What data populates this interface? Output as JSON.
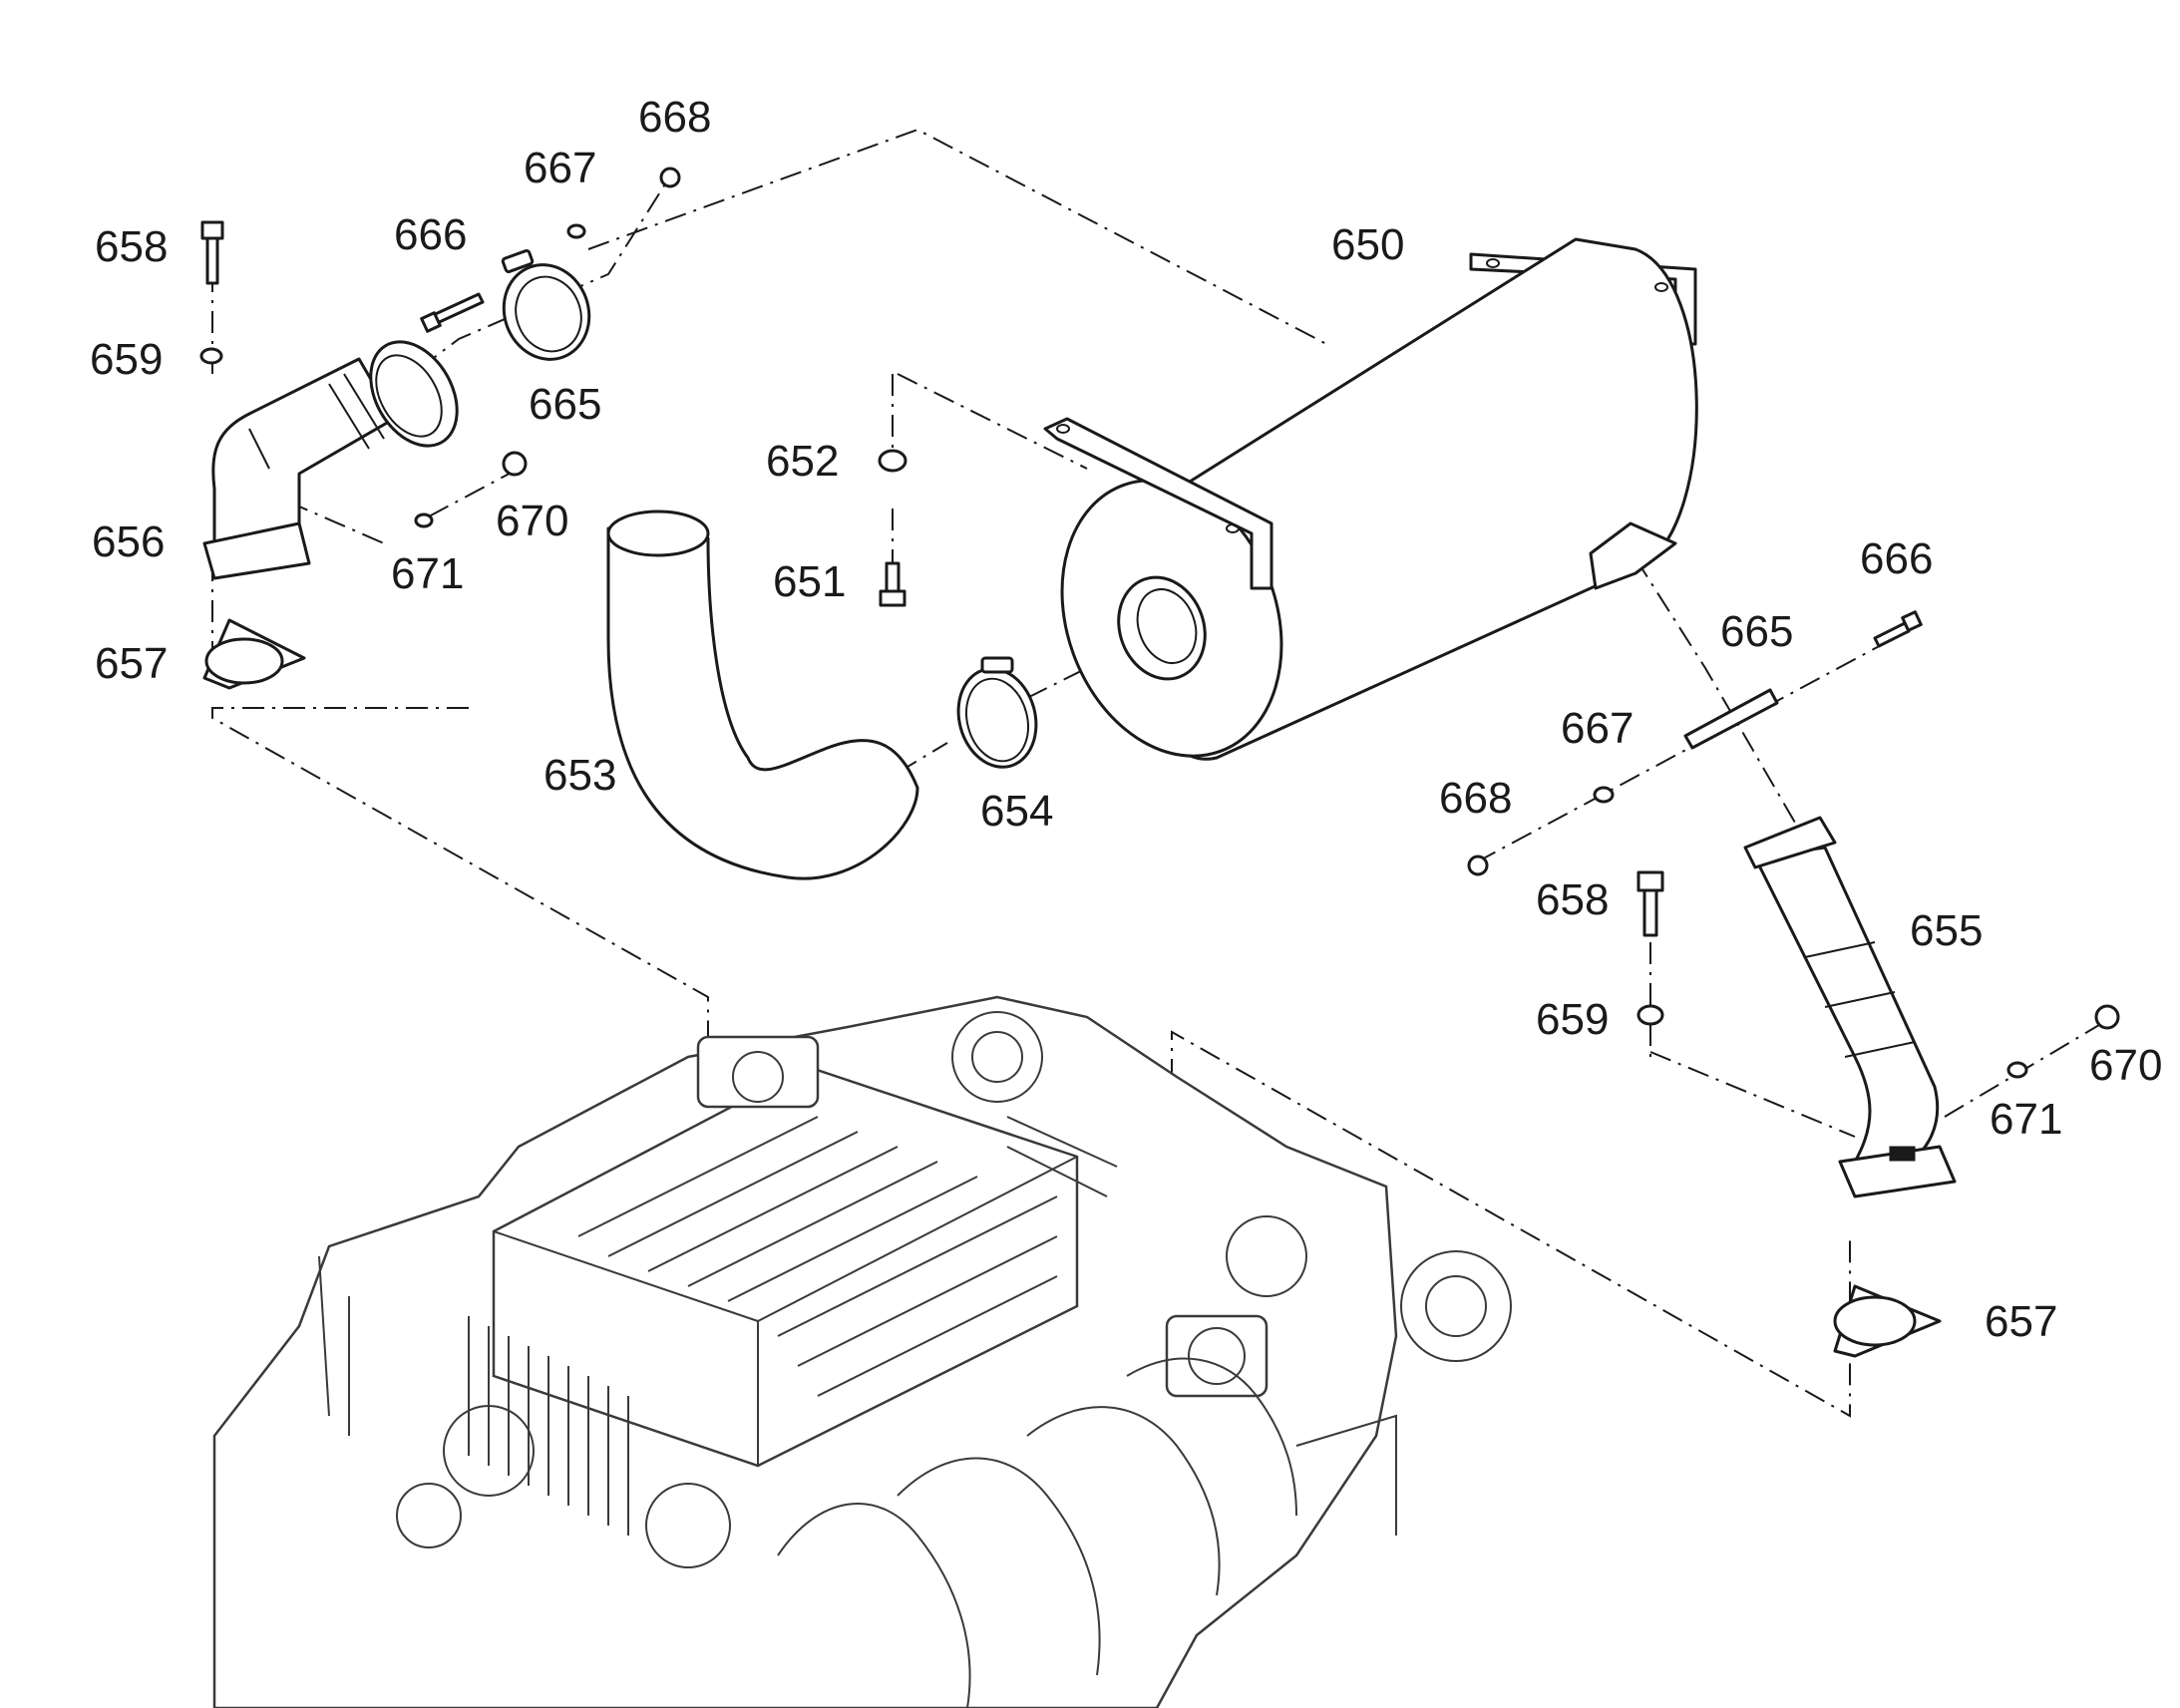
{
  "diagram": {
    "callouts": [
      {
        "id": "c650",
        "text": "650"
      },
      {
        "id": "c651",
        "text": "651"
      },
      {
        "id": "c652",
        "text": "652"
      },
      {
        "id": "c653",
        "text": "653"
      },
      {
        "id": "c654",
        "text": "654"
      },
      {
        "id": "c655",
        "text": "655"
      },
      {
        "id": "c656",
        "text": "656"
      },
      {
        "id": "c657a",
        "text": "657"
      },
      {
        "id": "c657b",
        "text": "657"
      },
      {
        "id": "c658a",
        "text": "658"
      },
      {
        "id": "c658b",
        "text": "658"
      },
      {
        "id": "c659a",
        "text": "659"
      },
      {
        "id": "c659b",
        "text": "659"
      },
      {
        "id": "c665a",
        "text": "665"
      },
      {
        "id": "c665b",
        "text": "665"
      },
      {
        "id": "c666a",
        "text": "666"
      },
      {
        "id": "c666b",
        "text": "666"
      },
      {
        "id": "c667a",
        "text": "667"
      },
      {
        "id": "c667b",
        "text": "667"
      },
      {
        "id": "c668a",
        "text": "668"
      },
      {
        "id": "c668b",
        "text": "668"
      },
      {
        "id": "c670a",
        "text": "670"
      },
      {
        "id": "c670b",
        "text": "670"
      },
      {
        "id": "c671a",
        "text": "671"
      },
      {
        "id": "c671b",
        "text": "671"
      }
    ],
    "colors": {
      "ink": "#1a1a1a",
      "background": "#ffffff"
    }
  }
}
